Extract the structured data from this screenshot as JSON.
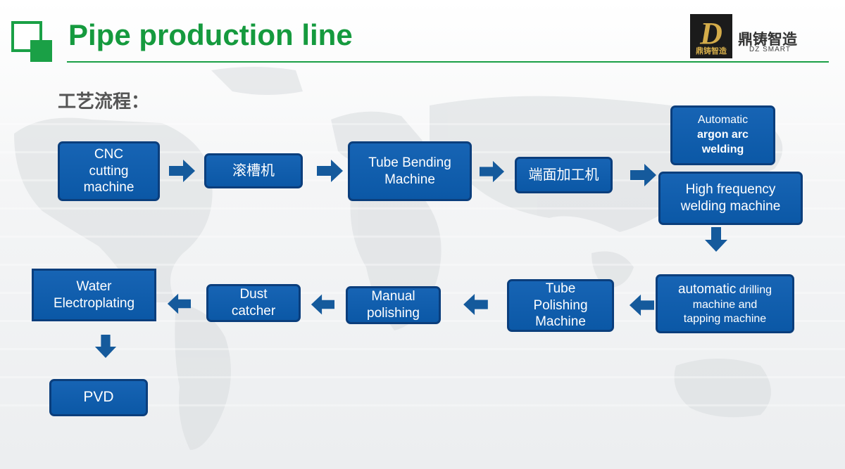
{
  "header": {
    "title": "Pipe production line",
    "subtitle": "工艺流程：",
    "brand_name": "鼎铸智造",
    "brand_sub": "DZ SMART",
    "brand_mark": "D",
    "brand_mark_cn": "鼎铸智造"
  },
  "steps": {
    "cnc": "CNC\ncutting\nmachine",
    "rolling": "滚槽机",
    "bending": "Tube Bending\nMachine",
    "end_face": "端面加工机",
    "argon": {
      "line1": "Automatic",
      "line2": "argon arc\nwelding"
    },
    "hf_welding": "High frequency\nwelding machine",
    "drilling": {
      "word": "automatic",
      "rest": " drilling\nmachine and\ntapping machine"
    },
    "polishing_machine": "Tube\nPolishing\nMachine",
    "manual_polishing": "Manual\npolishing",
    "dust_catcher": "Dust\ncatcher",
    "electroplating": "Water\nElectroplating",
    "pvd": "PVD"
  },
  "colors": {
    "accent_green": "#1aa046",
    "box_blue": "#0b58a6",
    "box_border": "#0b3e7c",
    "arrow_blue": "#155a9c"
  }
}
